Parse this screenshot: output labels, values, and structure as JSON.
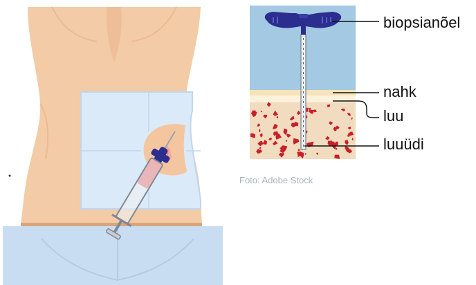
{
  "labels": {
    "needle": "biopsianõel",
    "skin": "nahk",
    "bone": "luu",
    "marrow": "luuüdi"
  },
  "credit": "Foto: Adobe Stock",
  "colors": {
    "body_skin": "#f3cba6",
    "body_shadow": "#e7b48d",
    "drape": "#dbeaf8",
    "drape_border": "#c1d6ea",
    "underwear": "#c9ddf2",
    "hole_skin": "#f4c6a0",
    "needle_handle": "#2b2d8f",
    "syringe_fluid": "#e04848",
    "section_sky": "#a3c9e3",
    "section_skin": "#f7e3b7",
    "section_bone": "#fcf2dc",
    "section_marrow": "#f1dcc0",
    "marrow_spots": "#c8202a",
    "leader_line": "#111111"
  }
}
